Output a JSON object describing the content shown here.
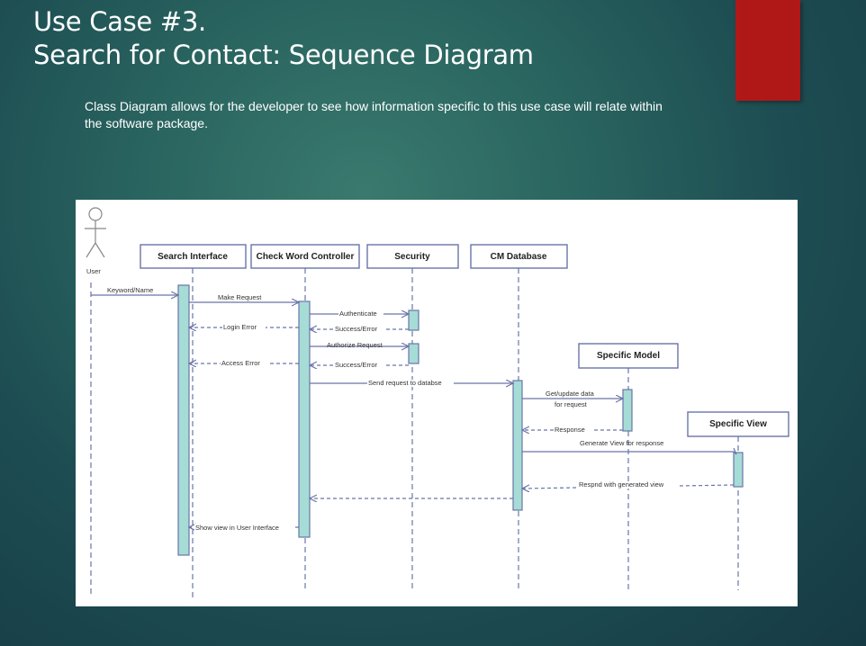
{
  "slide": {
    "title_line1": "Use Case #3.",
    "title_line2": "Search for Contact:  Sequence Diagram",
    "description": "Class Diagram allows  for the developer to see how information specific to this use case will relate within the software package."
  },
  "colors": {
    "accent": "#b01818",
    "activation_fill": "#a6dcd6",
    "header_border": "#6a74a8",
    "arrow": "#6a74a8"
  },
  "diagram": {
    "actor": {
      "label": "User"
    },
    "participants": [
      {
        "id": "search-interface",
        "label": "Search Interface"
      },
      {
        "id": "check-word-controller",
        "label": "Check Word Controller"
      },
      {
        "id": "security",
        "label": "Security"
      },
      {
        "id": "cm-database",
        "label": "CM Database"
      },
      {
        "id": "specific-model",
        "label": "Specific Model"
      },
      {
        "id": "specific-view",
        "label": "Specific View"
      }
    ],
    "messages": [
      {
        "label": "Keyword/Name",
        "type": "sync"
      },
      {
        "label": "Make Request",
        "type": "sync"
      },
      {
        "label": "Authenticate",
        "type": "sync"
      },
      {
        "label": "Success/Error",
        "type": "return"
      },
      {
        "label": "Login Error",
        "type": "return"
      },
      {
        "label": "Authorize Request",
        "type": "sync"
      },
      {
        "label": "Success/Error",
        "type": "return"
      },
      {
        "label": "Access Error",
        "type": "return"
      },
      {
        "label": "Send request to databse",
        "type": "sync"
      },
      {
        "label": "Get/update data",
        "label2": "for request",
        "type": "sync"
      },
      {
        "label": "Response",
        "type": "return"
      },
      {
        "label": "Generate View for response",
        "type": "sync"
      },
      {
        "label": "Respnd with generated view",
        "type": "return"
      },
      {
        "label": "",
        "type": "return"
      },
      {
        "label": "Show view in User Interface",
        "type": "return"
      }
    ]
  }
}
